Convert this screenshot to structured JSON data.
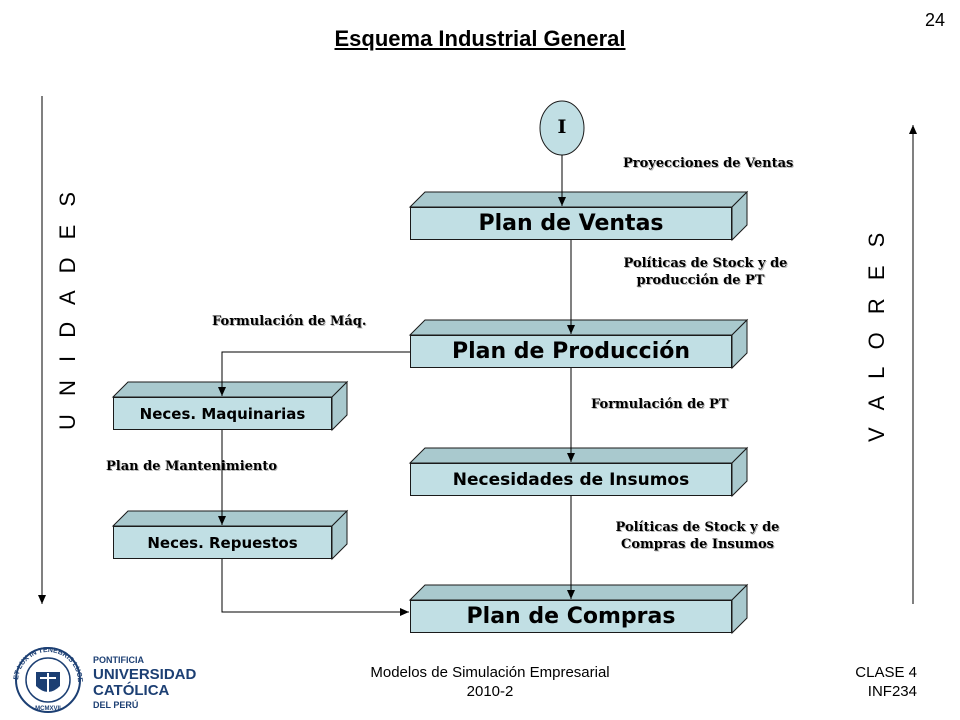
{
  "page_number": "24",
  "title": "Esquema Industrial General",
  "start_node": "I",
  "left_axis_label": "U N I D A D E S",
  "right_axis_label": "V A L O R E S",
  "boxes": {
    "plan_ventas": "Plan de Ventas",
    "plan_produccion": "Plan de Producción",
    "necesidades_insumos": "Necesidades de Insumos",
    "plan_compras": "Plan de Compras",
    "neces_maquinarias": "Neces. Maquinarias",
    "neces_repuestos": "Neces. Repuestos"
  },
  "notes": {
    "proyecciones": "Proyecciones de Ventas",
    "politicas_stock_pt_1": "Políticas de Stock  y de",
    "politicas_stock_pt_2": "producción de PT",
    "formulacion_maq": "Formulación de Máq.",
    "formulacion_pt": "Formulación de PT",
    "plan_mantenimiento": "Plan de Mantenimiento",
    "politicas_compras_1": "Políticas de Stock y de",
    "politicas_compras_2": "Compras de Insumos"
  },
  "footer": {
    "course_line1": "Modelos de Simulación Empresarial",
    "course_line2": "2010-2",
    "class_line1": "CLASE 4",
    "class_line2": "INF234"
  },
  "logo": {
    "seal_text": "ET LUX IN TENEBRIS LUCET",
    "seal_year": "MCMXVII",
    "line1": "PONTIFICIA",
    "line2": "UNIVERSIDAD",
    "line3": "CATÓLICA",
    "line4": "DEL PERÚ"
  },
  "colors": {
    "box_fill": "#c1dfe4",
    "box_side": "#a9c9ce",
    "start_node_fill": "#c1dfe4",
    "logo_blue": "#1c3f73"
  }
}
